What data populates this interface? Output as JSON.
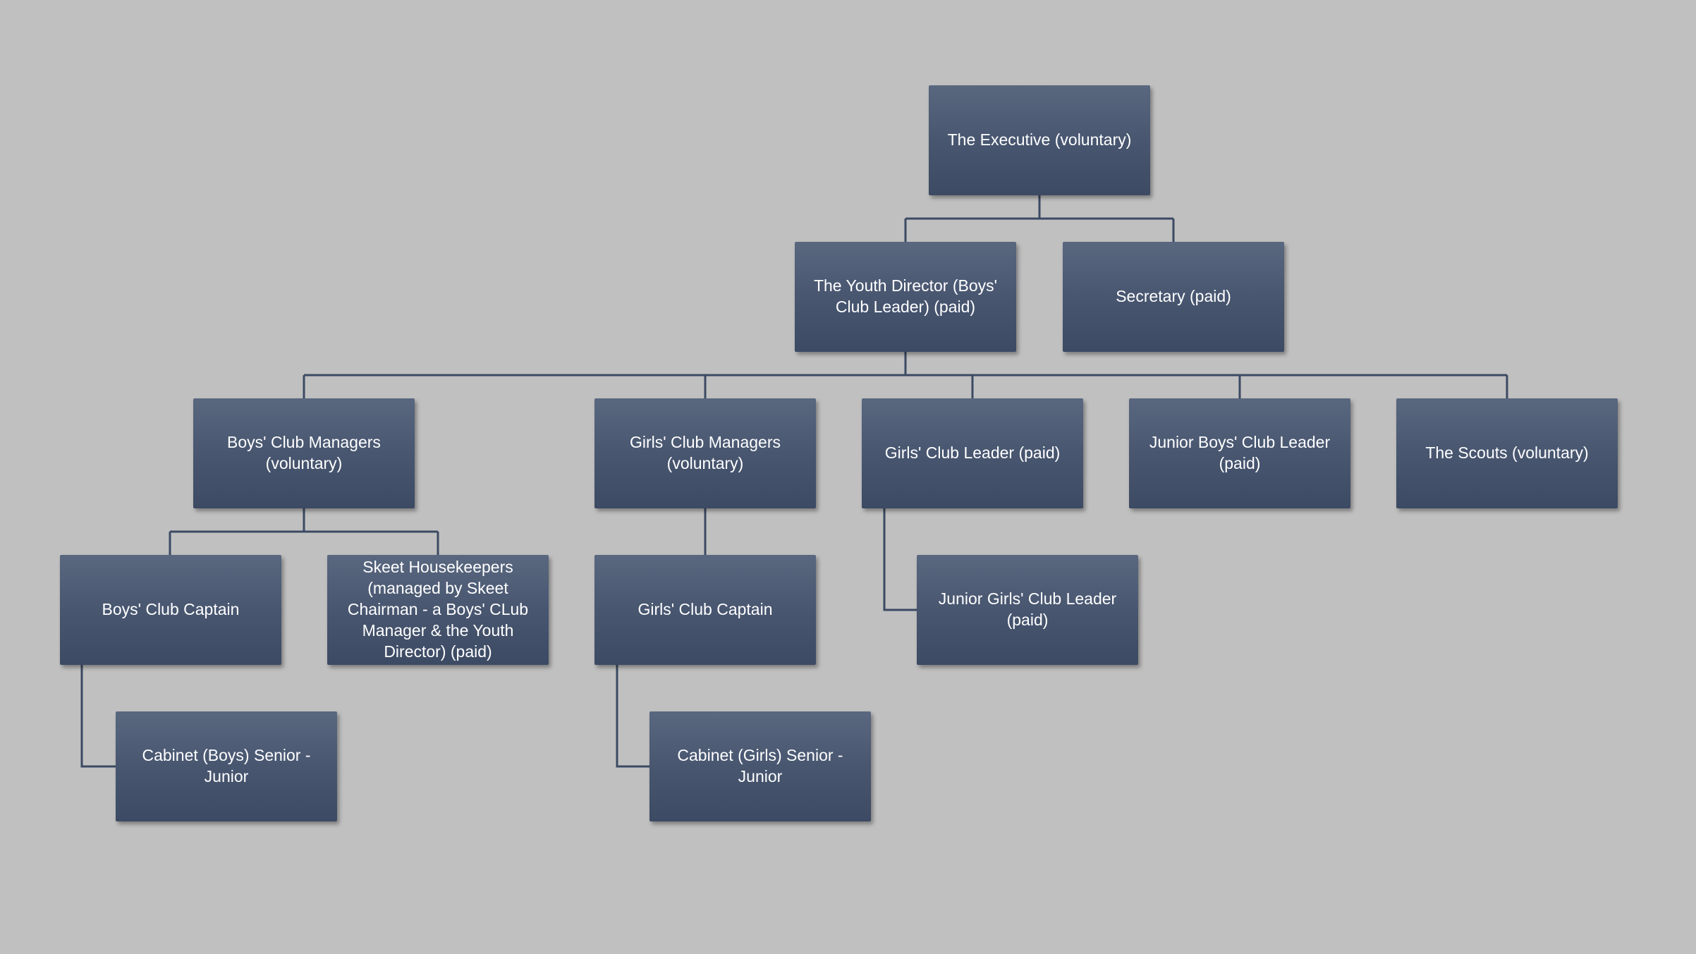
{
  "org_chart": {
    "colors": {
      "background": "#c0c0c0",
      "node_fill_top": "#59677f",
      "node_fill_bottom": "#3c4a63",
      "node_text": "#ffffff",
      "connector": "#3b4a63"
    },
    "nodes": {
      "executive": "The Executive (voluntary)",
      "youth_director": "The Youth Director (Boys' Club Leader) (paid)",
      "secretary": "Secretary (paid)",
      "boys_club_managers": "Boys' Club Managers (voluntary)",
      "girls_club_managers": "Girls' Club Managers (voluntary)",
      "girls_club_leader": "Girls' Club Leader (paid)",
      "junior_boys_club_leader": "Junior Boys' Club Leader (paid)",
      "the_scouts": "The Scouts (voluntary)",
      "boys_club_captain": "Boys' Club Captain",
      "skeet_housekeepers": "Skeet Housekeepers (managed by Skeet Chairman - a Boys' CLub Manager & the Youth Director) (paid)",
      "girls_club_captain": "Girls' Club Captain",
      "junior_girls_club_leader": "Junior Girls' Club Leader (paid)",
      "cabinet_boys": "Cabinet (Boys) Senior - Junior",
      "cabinet_girls": "Cabinet (Girls) Senior - Junior"
    }
  }
}
